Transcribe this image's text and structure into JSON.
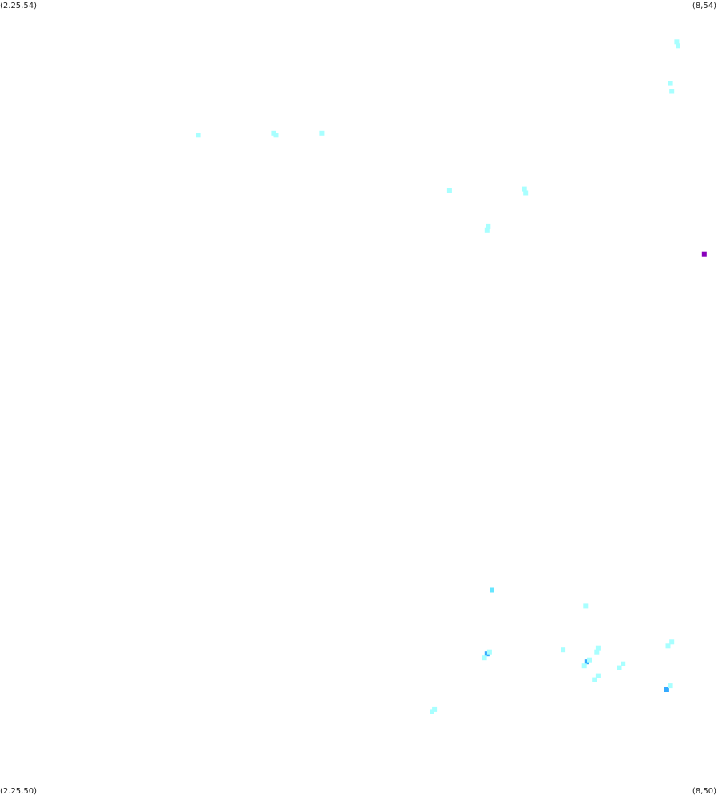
{
  "corners": {
    "top_left": "(2.25,54)",
    "top_right": "(8,54)",
    "bottom_left": "(2.25,50)",
    "bottom_right": "(8,50)"
  },
  "colors": {
    "background": "#ffffff",
    "low": "#a8ffff",
    "mid": "#66e6ff",
    "high": "#33aaff",
    "peak": "#8800bb"
  },
  "chart_data": {
    "type": "scatter",
    "xlim": [
      2.25,
      8
    ],
    "ylim": [
      50,
      54
    ],
    "grid": false,
    "points": [
      {
        "x": 7.67,
        "y": 53.79,
        "level": "low"
      },
      {
        "x": 7.68,
        "y": 53.77,
        "level": "low"
      },
      {
        "x": 7.62,
        "y": 53.58,
        "level": "low"
      },
      {
        "x": 7.63,
        "y": 53.54,
        "level": "low"
      },
      {
        "x": 3.84,
        "y": 53.32,
        "level": "low"
      },
      {
        "x": 4.44,
        "y": 53.33,
        "level": "low"
      },
      {
        "x": 4.46,
        "y": 53.32,
        "level": "low"
      },
      {
        "x": 4.83,
        "y": 53.33,
        "level": "low"
      },
      {
        "x": 5.85,
        "y": 53.04,
        "level": "low"
      },
      {
        "x": 6.45,
        "y": 53.05,
        "level": "low"
      },
      {
        "x": 6.46,
        "y": 53.03,
        "level": "low"
      },
      {
        "x": 6.16,
        "y": 52.86,
        "level": "low"
      },
      {
        "x": 6.15,
        "y": 52.84,
        "level": "low"
      },
      {
        "x": 7.89,
        "y": 52.72,
        "level": "peak"
      },
      {
        "x": 6.19,
        "y": 51.03,
        "level": "mid"
      },
      {
        "x": 6.94,
        "y": 50.95,
        "level": "low"
      },
      {
        "x": 6.15,
        "y": 50.71,
        "level": "high"
      },
      {
        "x": 6.13,
        "y": 50.69,
        "level": "low"
      },
      {
        "x": 6.17,
        "y": 50.72,
        "level": "low"
      },
      {
        "x": 6.76,
        "y": 50.73,
        "level": "low"
      },
      {
        "x": 7.04,
        "y": 50.74,
        "level": "low"
      },
      {
        "x": 7.03,
        "y": 50.72,
        "level": "low"
      },
      {
        "x": 6.95,
        "y": 50.67,
        "level": "high"
      },
      {
        "x": 6.93,
        "y": 50.65,
        "level": "low"
      },
      {
        "x": 6.97,
        "y": 50.68,
        "level": "low"
      },
      {
        "x": 7.04,
        "y": 50.6,
        "level": "low"
      },
      {
        "x": 7.01,
        "y": 50.58,
        "level": "low"
      },
      {
        "x": 7.24,
        "y": 50.66,
        "level": "low"
      },
      {
        "x": 7.21,
        "y": 50.64,
        "level": "low"
      },
      {
        "x": 7.63,
        "y": 50.77,
        "level": "low"
      },
      {
        "x": 7.6,
        "y": 50.75,
        "level": "low"
      },
      {
        "x": 7.59,
        "y": 50.53,
        "level": "high"
      },
      {
        "x": 7.62,
        "y": 50.55,
        "level": "low"
      },
      {
        "x": 5.71,
        "y": 50.42,
        "level": "low"
      },
      {
        "x": 5.73,
        "y": 50.43,
        "level": "low"
      }
    ]
  }
}
